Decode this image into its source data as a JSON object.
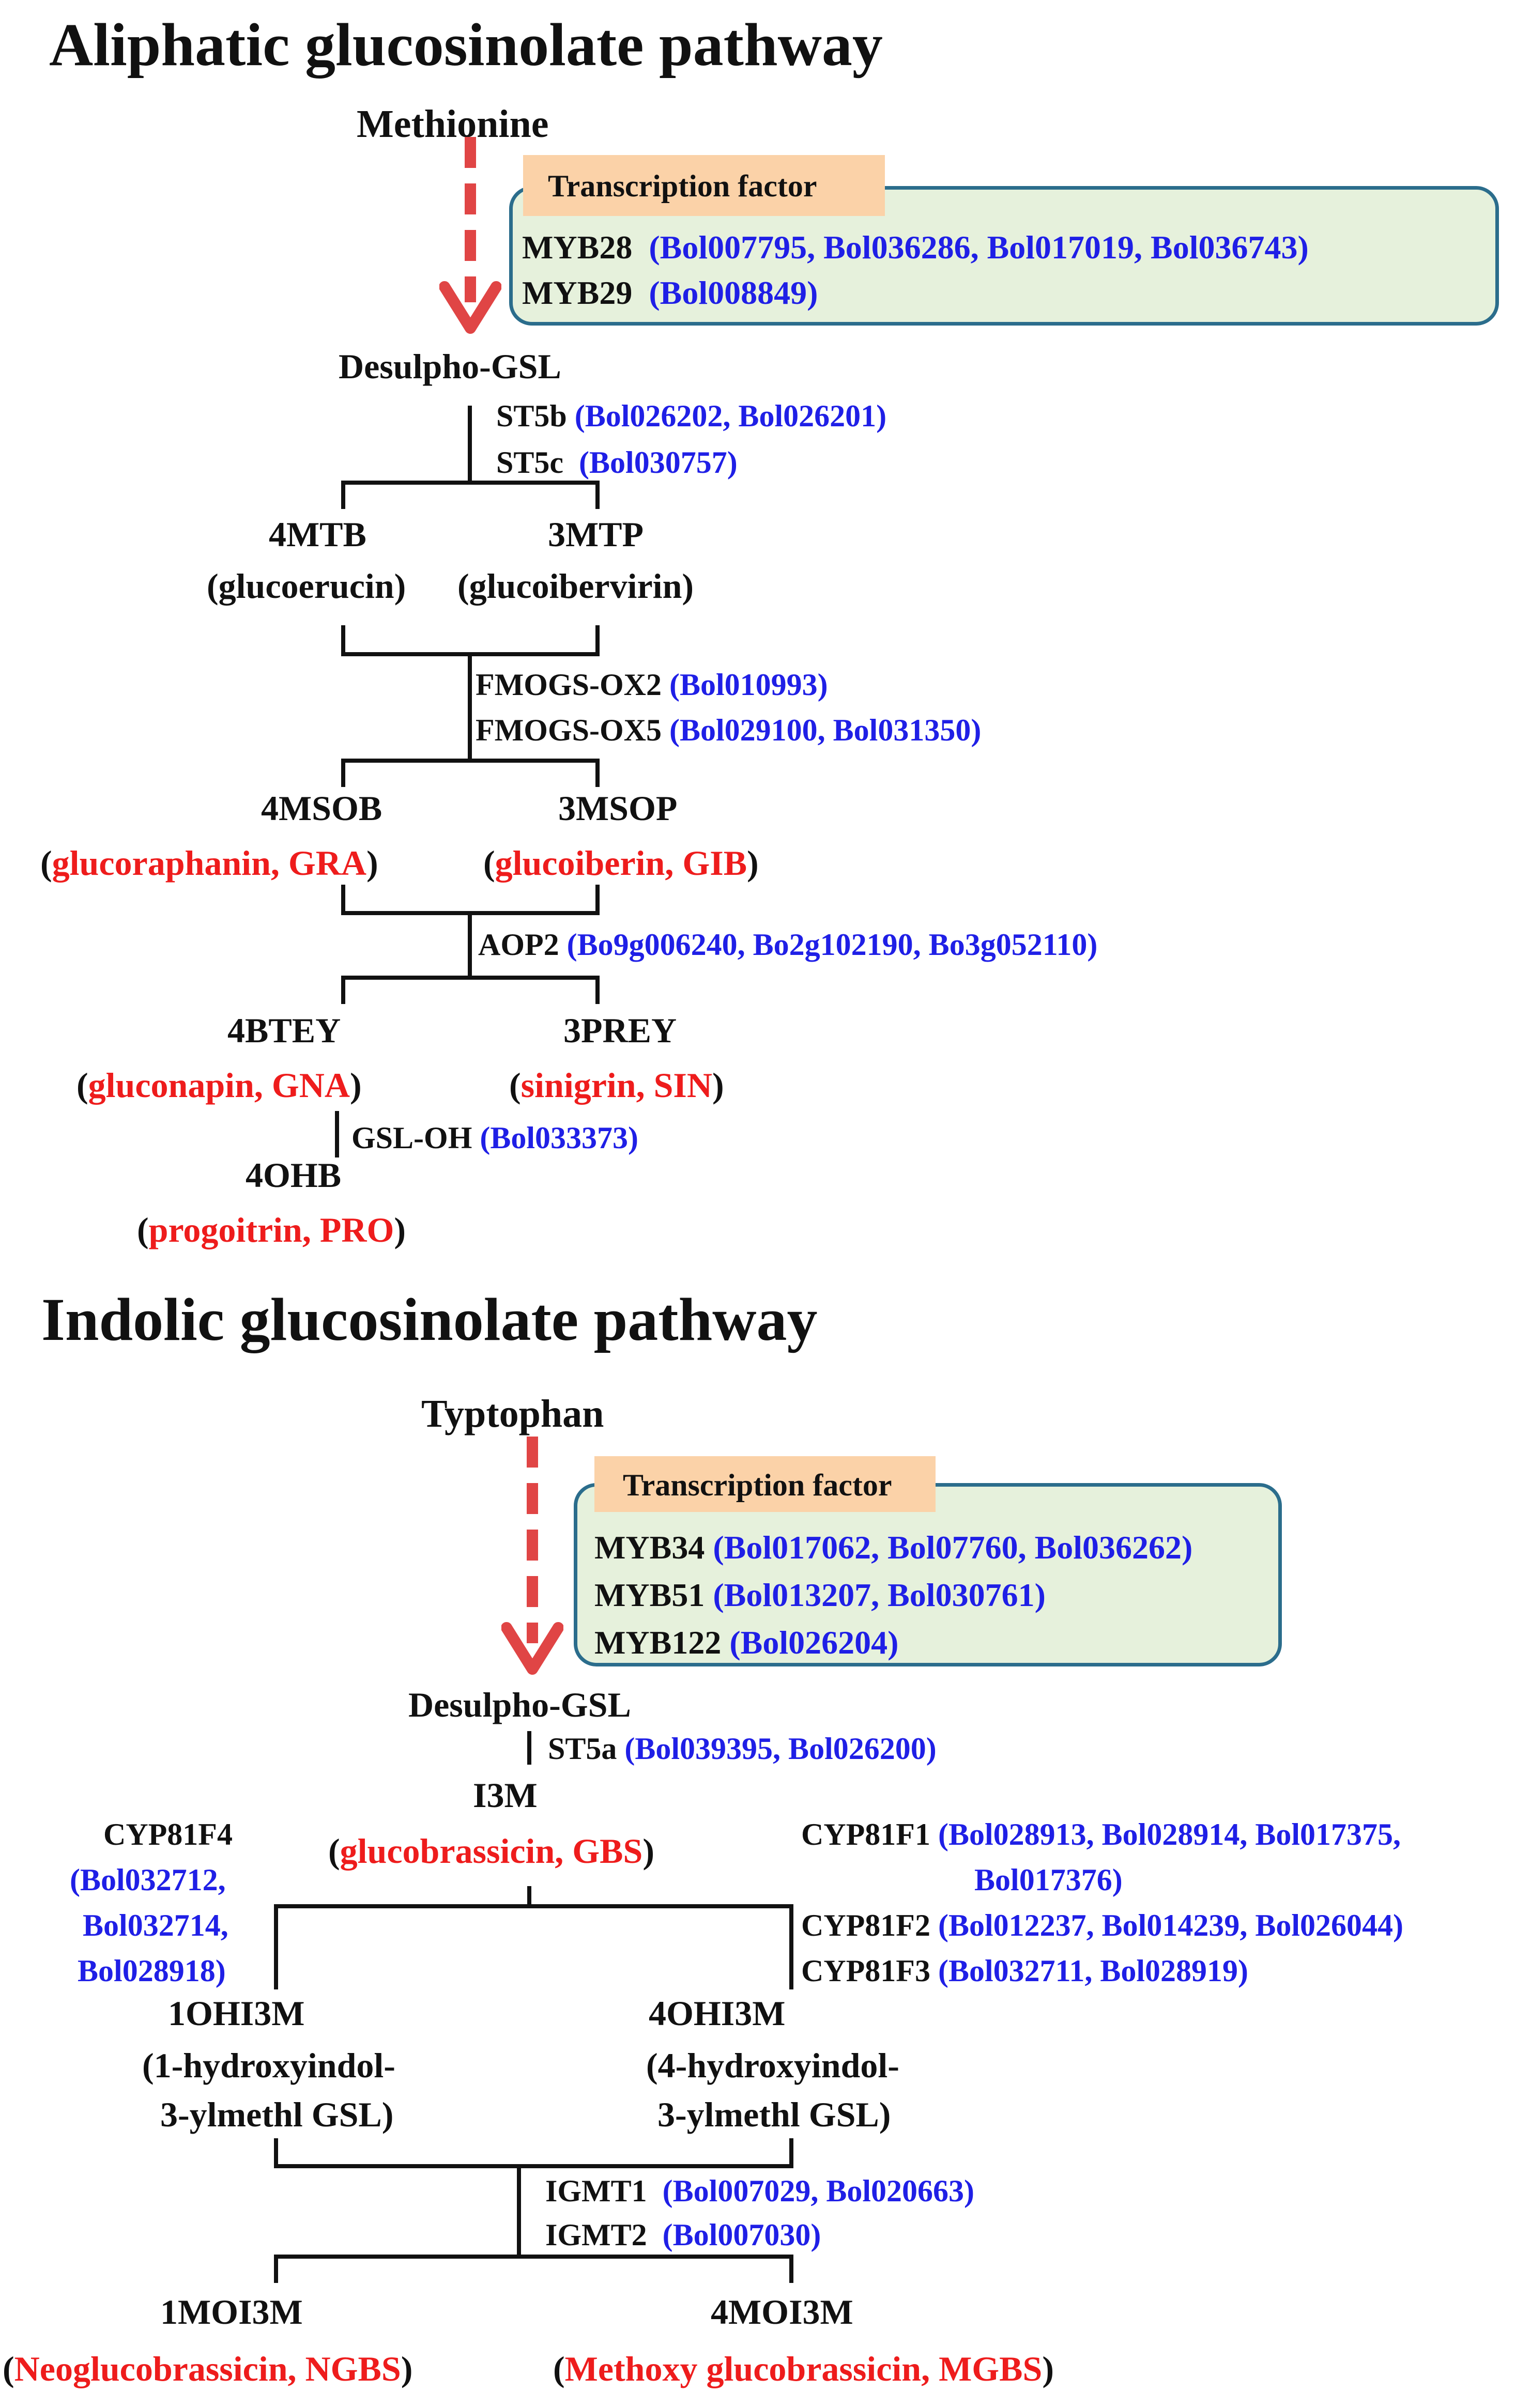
{
  "aliphatic": {
    "title": "Aliphatic glucosinolate pathway",
    "start": "Methionine",
    "tf": {
      "label": "Transcription factor",
      "rows": [
        {
          "gene": "MYB28",
          "ids": "(Bol007795, Bol036286, Bol017019, Bol036743)"
        },
        {
          "gene": "MYB29",
          "ids": "(Bol008849)"
        }
      ]
    },
    "desulpho": "Desulpho-GSL",
    "step1": [
      {
        "gene": "ST5b",
        "ids": "(Bol026202, Bol026201)"
      },
      {
        "gene": "ST5c",
        "ids": "(Bol030757)"
      }
    ],
    "mtb": {
      "code": "4MTB",
      "name": "(glucoerucin)"
    },
    "mtp": {
      "code": "3MTP",
      "name": "(glucoibervirin)"
    },
    "step2": [
      {
        "gene": "FMOGS-OX2",
        "ids": "(Bol010993)"
      },
      {
        "gene": "FMOGS-OX5",
        "ids": "(Bol029100, Bol031350)"
      }
    ],
    "msob": {
      "code": "4MSOB",
      "open": "(",
      "name": "glucoraphanin, GRA",
      "close": ")"
    },
    "msop": {
      "code": "3MSOP",
      "open": "(",
      "name": "glucoiberin, GIB",
      "close": ")"
    },
    "step3": {
      "gene": "AOP2",
      "ids": "(Bo9g006240, Bo2g102190, Bo3g052110)"
    },
    "btey": {
      "code": "4BTEY",
      "open": "(",
      "name": "gluconapin, GNA",
      "close": ")"
    },
    "prey": {
      "code": "3PREY",
      "open": "(",
      "name": "sinigrin, SIN",
      "close": ")"
    },
    "step4": {
      "gene": "GSL-OH",
      "ids": "(Bol033373)"
    },
    "ohb": {
      "code": "4OHB",
      "open": "(",
      "name": "progoitrin, PRO",
      "close": ")"
    }
  },
  "indolic": {
    "title": "Indolic glucosinolate pathway",
    "start": "Typtophan",
    "tf": {
      "label": "Transcription factor",
      "rows": [
        {
          "gene": "MYB34",
          "ids": "(Bol017062, Bol07760, Bol036262)"
        },
        {
          "gene": "MYB51",
          "ids": "(Bol013207, Bol030761)"
        },
        {
          "gene": "MYB122",
          "ids": "(Bol026204)"
        }
      ]
    },
    "desulpho": "Desulpho-GSL",
    "step1": {
      "gene": "ST5a",
      "ids": "(Bol039395, Bol026200)"
    },
    "i3m": {
      "code": "I3M",
      "open": "(",
      "name": "glucobrassicin, GBS",
      "close": ")"
    },
    "cyp81f4": {
      "gene": "CYP81F4",
      "ids": [
        "(Bol032712,",
        "Bol032714,",
        "Bol028918)"
      ]
    },
    "cyp81f1": {
      "gene": "CYP81F1",
      "ids": [
        "(Bol028913, Bol028914, Bol017375,",
        "Bol017376)"
      ]
    },
    "cyp81f2": {
      "gene": "CYP81F2",
      "ids": "(Bol012237, Bol014239, Bol026044)"
    },
    "cyp81f3": {
      "gene": "CYP81F3",
      "ids": "(Bol032711, Bol028919)"
    },
    "ohi1": {
      "code": "1OHI3M",
      "lines": [
        "(1-hydroxyindol-",
        "3-ylmethl GSL)"
      ]
    },
    "ohi4": {
      "code": "4OHI3M",
      "lines": [
        "(4-hydroxyindol-",
        "3-ylmethl GSL)"
      ]
    },
    "step3": [
      {
        "gene": "IGMT1",
        "ids": "(Bol007029, Bol020663)"
      },
      {
        "gene": "IGMT2",
        "ids": "(Bol007030)"
      }
    ],
    "moi1": {
      "code": "1MOI3M",
      "open": "(",
      "name": "Neoglucobrassicin, NGBS",
      "close": ")"
    },
    "moi4": {
      "code": "4MOI3M",
      "open": "(",
      "name": "Methoxy glucobrassicin, MGBS",
      "close": ")"
    }
  },
  "colors": {
    "gene_id": "#1f1fe6",
    "compound": "#ee1c1c",
    "arrow": "#e04545",
    "tf_box": "#e6f1dc",
    "tf_border": "#2b6d8c",
    "tf_label": "#fbd2a8"
  }
}
